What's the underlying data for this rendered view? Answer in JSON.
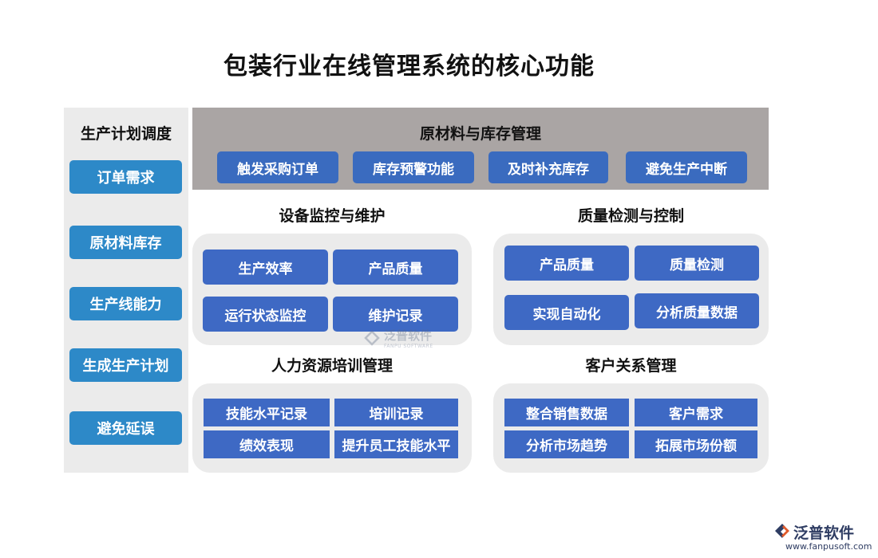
{
  "title": "包装行业在线管理系统的核心功能",
  "left": {
    "title": "生产计划调度",
    "items": [
      "订单需求",
      "原材料库存",
      "生产线能力",
      "生成生产计划",
      "避免延误"
    ]
  },
  "top": {
    "title": "原材料与库存管理",
    "items": [
      "触发采购订单",
      "库存预警功能",
      "及时补充库存",
      "避免生产中断"
    ]
  },
  "equipment": {
    "title": "设备监控与维护",
    "items": [
      "生产效率",
      "产品质量",
      "运行状态监控",
      "维护记录"
    ]
  },
  "quality": {
    "title": "质量检测与控制",
    "items": [
      "产品质量",
      "质量检测",
      "实现自动化",
      "分析质量数据"
    ]
  },
  "hr": {
    "title": "人力资源培训管理",
    "items": [
      "技能水平记录",
      "培训记录",
      "绩效表现",
      "提升员工技能水平"
    ]
  },
  "crm": {
    "title": "客户关系管理",
    "items": [
      "整合销售数据",
      "客户需求",
      "分析市场趋势",
      "拓展市场份额"
    ]
  },
  "watermark": {
    "text": "泛普软件",
    "sub": "FANPU SOFTWARE"
  },
  "logo": {
    "name": "泛普软件",
    "url": "www.fanpusoft.com"
  },
  "colors": {
    "left_button": "#2d89c8",
    "module_button": "#3e69c4",
    "top_panel": "#aaa5a4",
    "section_bg": "#ebebeb"
  }
}
